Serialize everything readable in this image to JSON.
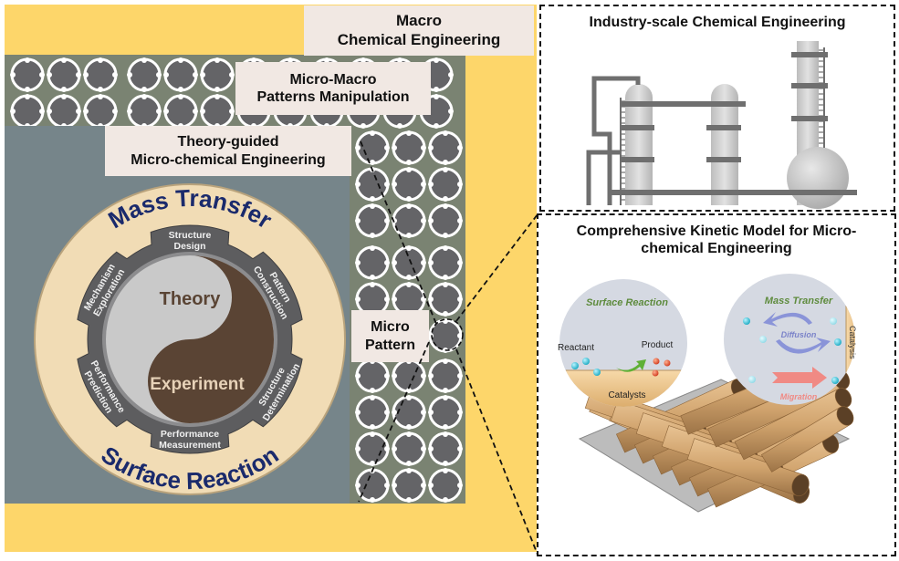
{
  "figure": {
    "labels": {
      "macro": [
        "Macro",
        "Chemical Engineering"
      ],
      "micro_macro": [
        "Micro-Macro",
        "Patterns Manipulation"
      ],
      "theory_guided": [
        "Theory-guided",
        "Micro-chemical Engineering"
      ],
      "micro_pattern": [
        "Micro",
        "Pattern"
      ]
    },
    "wheel": {
      "outer_top": "Mass Transfer",
      "outer_bottom": "Surface Reaction",
      "center_theory": "Theory",
      "center_experiment": "Experiment",
      "steps": [
        [
          "Structure",
          "Design"
        ],
        [
          "Pattern",
          "Construction"
        ],
        [
          "Structure",
          "Determination"
        ],
        [
          "Performance",
          "Measurement"
        ],
        [
          "Performance",
          "Prediction"
        ],
        [
          "Mechanism",
          "Exploration"
        ]
      ]
    },
    "industry_panel": {
      "title": "Industry-scale Chemical Engineering"
    },
    "kinetic_panel": {
      "title": [
        "Comprehensive Kinetic Model for Micro-",
        "chemical Engineering"
      ],
      "surface_reaction": {
        "title": "Surface Reaction",
        "reactant": "Reactant",
        "product": "Product",
        "catalysts": "Catalysts"
      },
      "mass_transfer": {
        "title": "Mass Transfer",
        "diffusion": "Diffusion",
        "migration": "Migration",
        "catalysis": "Catalysis"
      }
    },
    "colors": {
      "yellow": "#fdd66a",
      "pattern_bg": "#7a8372",
      "grey_panel": "#76858a",
      "label_box": "#f1e8e3",
      "navy_text": "#1a2a6c",
      "theory_fill": "#c9c9c9",
      "experiment_fill": "#5a4434",
      "gear": "#5d5d5f",
      "ring": "#f1dcb5"
    }
  }
}
